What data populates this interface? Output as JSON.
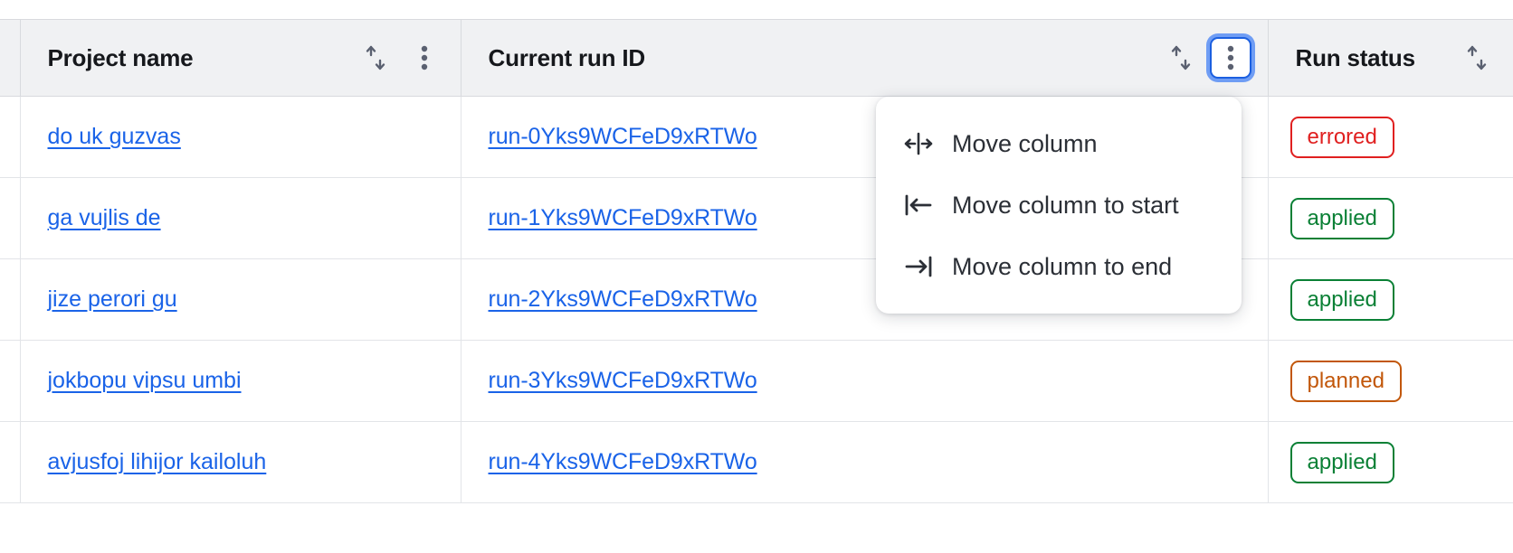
{
  "table": {
    "columns": [
      {
        "key": "gutter",
        "label": "",
        "sortable": false,
        "has_menu": false
      },
      {
        "key": "project",
        "label": "Project name",
        "sortable": true,
        "has_menu": true,
        "menu_focused": false
      },
      {
        "key": "runid",
        "label": "Current run ID",
        "sortable": true,
        "has_menu": true,
        "menu_focused": true
      },
      {
        "key": "status",
        "label": "Run status",
        "sortable": true,
        "has_menu": false,
        "menu_focused": false
      }
    ],
    "rows": [
      {
        "project": "do uk guzvas",
        "run_id": "run-0Yks9WCFeD9xRTWo",
        "status": "errored"
      },
      {
        "project": "ga vujlis de",
        "run_id": "run-1Yks9WCFeD9xRTWo",
        "status": "applied"
      },
      {
        "project": "jize perori gu",
        "run_id": "run-2Yks9WCFeD9xRTWo",
        "status": "applied"
      },
      {
        "project": "jokbopu vipsu umbi",
        "run_id": "run-3Yks9WCFeD9xRTWo",
        "status": "planned"
      },
      {
        "project": "avjusfoj lihijor kailoluh",
        "run_id": "run-4Yks9WCFeD9xRTWo",
        "status": "applied"
      }
    ]
  },
  "column_menu": {
    "open_for_column": "Current run ID",
    "items": [
      {
        "icon": "move-column-icon",
        "label": "Move column"
      },
      {
        "icon": "move-column-to-start-icon",
        "label": "Move column to start"
      },
      {
        "icon": "move-column-to-end-icon",
        "label": "Move column to end"
      }
    ]
  },
  "icons": {
    "sort": "sort-arrows-icon",
    "menu": "kebab-menu-icon"
  },
  "colors": {
    "link": "#1a63e8",
    "focus_ring": "#6f9df4",
    "focus_border": "#1b5fe0",
    "header_bg": "#f0f1f3",
    "border": "#d8dade",
    "status_errored": "#e02020",
    "status_applied": "#0a8035",
    "status_planned": "#c2570a"
  }
}
